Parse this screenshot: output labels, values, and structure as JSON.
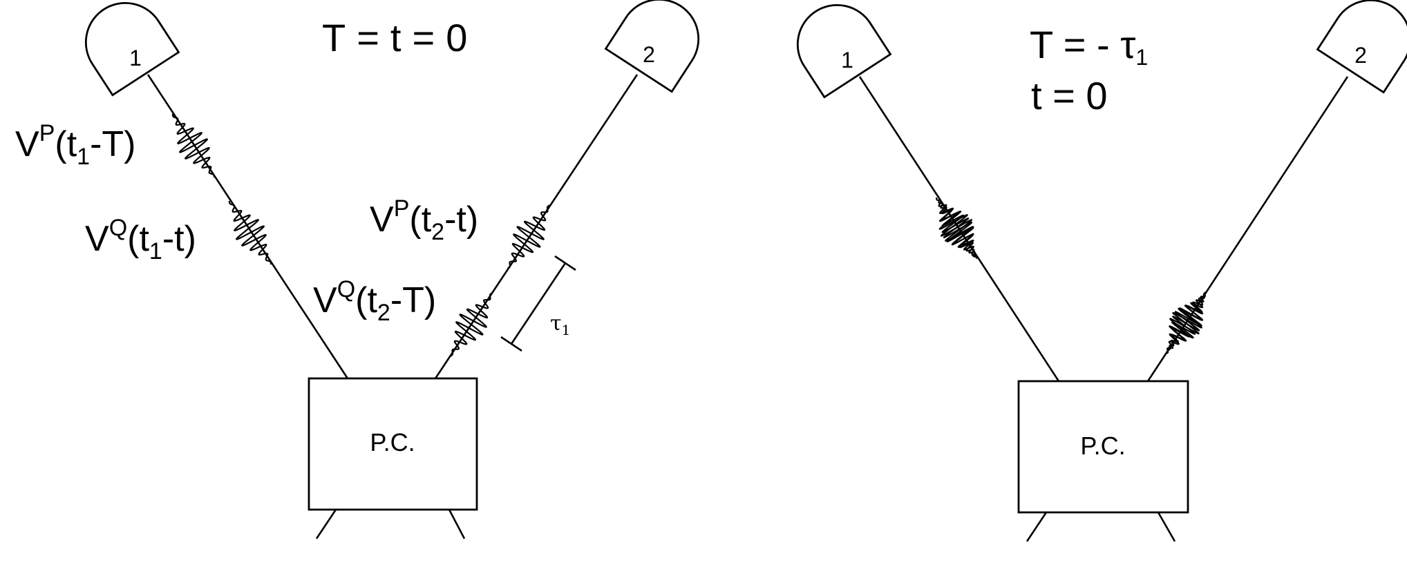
{
  "left_panel": {
    "time_T": "T",
    "time_eq1": "=",
    "time_t": "t",
    "time_eq2": "=",
    "time_zero": "0",
    "detector1": "1",
    "detector2": "2",
    "pc": "P.C.",
    "label_vp1": {
      "V": "V",
      "sup": "P",
      "open": "(t",
      "sub": "1",
      "close": "-T)"
    },
    "label_vq1": {
      "V": "V",
      "sup": "Q",
      "open": "(t",
      "sub": "1",
      "close": "-t)"
    },
    "label_vp2": {
      "V": "V",
      "sup": "P",
      "open": "(t",
      "sub": "2",
      "close": "-t)"
    },
    "label_vq2": {
      "V": "V",
      "sup": "Q",
      "open": "(t",
      "sub": "2",
      "close": "-T)"
    },
    "tau": {
      "symbol": "τ",
      "sub": "1"
    }
  },
  "right_panel": {
    "line1": {
      "lhs": "T = - τ",
      "sub": "1"
    },
    "line2": "t = 0",
    "detector1": "1",
    "detector2": "2",
    "pc": "P.C."
  }
}
